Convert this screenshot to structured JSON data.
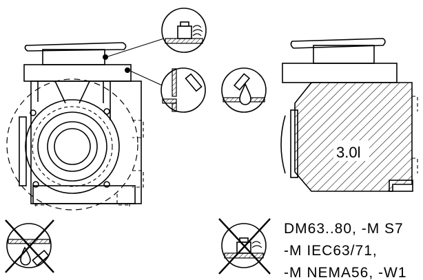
{
  "volume_label": "3.0l",
  "model_lines": [
    "DM63..80, -M S7",
    "-M IEC63/71,",
    "-M NEMA56, -W1"
  ],
  "icons": {
    "breather_plug": "breather-plug-icon",
    "mounting_position": "mounting-position-icon",
    "oil_drop": "oil-drop-icon",
    "no_oil": "no-oil-icon",
    "no_breather": "no-breather-icon"
  },
  "colors": {
    "line": "#000000",
    "background": "#ffffff"
  }
}
